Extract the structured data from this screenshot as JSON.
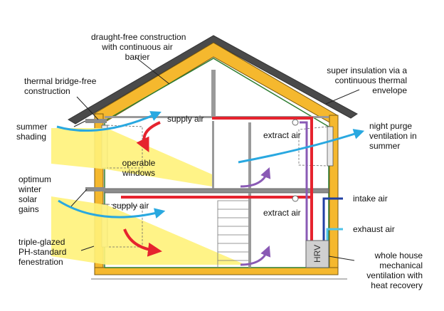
{
  "colors": {
    "insulation": "#F5B82E",
    "insulation_edge": "#7A5A10",
    "roof": "#4A4A4A",
    "airtight_line": "#2E7D32",
    "sunlight": "#FFF27A",
    "supply_air": "#E6232E",
    "extract_air": "#8A5AB5",
    "fresh_air": "#29A8E0",
    "intake_duct": "#1F3FA3",
    "exhaust_duct": "#4FC3E8",
    "wall_grey": "#8C8C8C",
    "hrv_box": "#D0D0D0"
  },
  "labels": {
    "airtight": "draught-free construction\nwith continuous air\nbarrier",
    "thermal_bridge": "thermal bridge-free\nconstruction",
    "super_insulation": "super insulation via a\ncontinuous thermal\nenvelope",
    "summer_shading": "summer\nshading",
    "winter_gains": "optimum\nwinter\nsolar\ngains",
    "glazing": "triple-glazed\nPH-standard\nfenestration",
    "supply_air_upper": "supply air",
    "supply_air_lower": "supply air",
    "operable_windows": "operable\nwindows",
    "extract_air_upper": "extract air",
    "extract_air_lower": "extract air",
    "night_purge": "night purge\nventilation in\nsummer",
    "intake_air": "intake air",
    "exhaust_air": "exhaust air",
    "hrv": "HRV",
    "mvhr": "whole house\nmechanical\nventilation with\nheat recovery"
  }
}
